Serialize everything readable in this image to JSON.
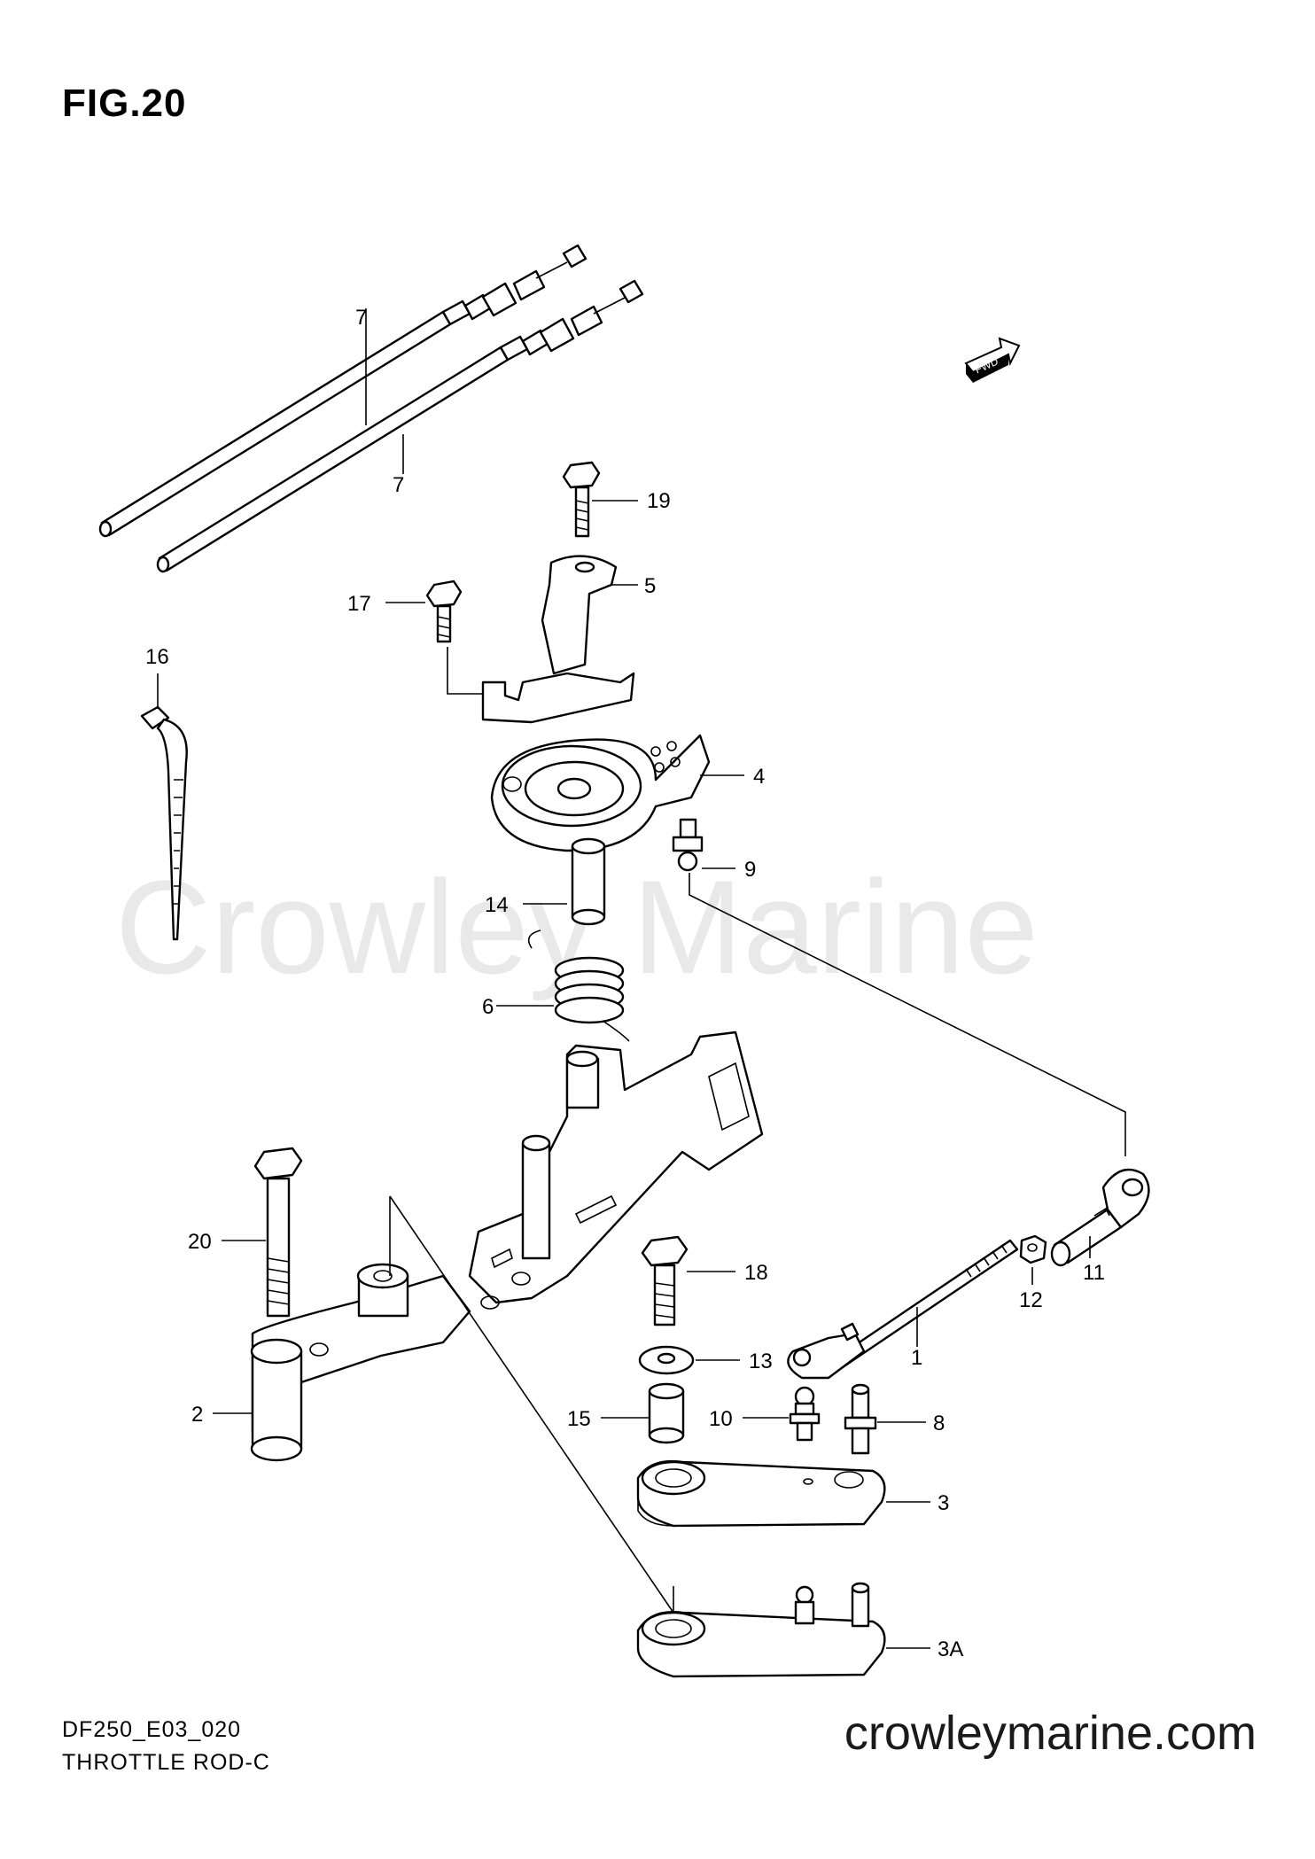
{
  "figure": {
    "title": "FIG.20"
  },
  "watermark": "Crowley Marine",
  "footer": {
    "code": "DF250_E03_020",
    "subtitle": "THROTTLE ROD-C",
    "website": "crowleymarine.com"
  },
  "fwd_badge": "FWD",
  "callouts": [
    {
      "id": "p1",
      "label": "1"
    },
    {
      "id": "p2",
      "label": "2"
    },
    {
      "id": "p3",
      "label": "3"
    },
    {
      "id": "p3a",
      "label": "3A"
    },
    {
      "id": "p4",
      "label": "4"
    },
    {
      "id": "p5",
      "label": "5"
    },
    {
      "id": "p6",
      "label": "6"
    },
    {
      "id": "p7a",
      "label": "7"
    },
    {
      "id": "p7b",
      "label": "7"
    },
    {
      "id": "p8",
      "label": "8"
    },
    {
      "id": "p9",
      "label": "9"
    },
    {
      "id": "p10",
      "label": "10"
    },
    {
      "id": "p11",
      "label": "11"
    },
    {
      "id": "p12",
      "label": "12"
    },
    {
      "id": "p13",
      "label": "13"
    },
    {
      "id": "p14",
      "label": "14"
    },
    {
      "id": "p15",
      "label": "15"
    },
    {
      "id": "p16",
      "label": "16"
    },
    {
      "id": "p17",
      "label": "17"
    },
    {
      "id": "p18",
      "label": "18"
    },
    {
      "id": "p19",
      "label": "19"
    },
    {
      "id": "p20",
      "label": "20"
    }
  ]
}
